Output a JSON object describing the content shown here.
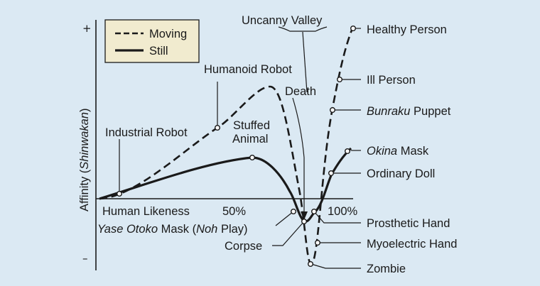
{
  "colors": {
    "background": "#dbe9f3",
    "legend_fill": "#f1ebcf",
    "ink": "#1a1a1a"
  },
  "axes": {
    "y_label": "Affinity (",
    "y_label_em": "Shinwakan",
    "y_label_end": ")",
    "y_plus": "+",
    "y_minus": "–",
    "x_label": "Human Likeness",
    "x_mid": "50%",
    "x_end": "100%"
  },
  "legend": {
    "moving": "Moving",
    "still": "Still"
  },
  "header": {
    "uncanny_valley": "Uncanny Valley"
  },
  "labels": {
    "healthy_person": "Healthy Person",
    "ill_person": "Ill Person",
    "bunraku_em": "Bunraku",
    "bunraku_rest": " Puppet",
    "okina_em": "Okina",
    "okina_rest": " Mask",
    "ordinary_doll": "Ordinary Doll",
    "humanoid_robot": "Humanoid Robot",
    "death": "Death",
    "stuffed_animal_1": "Stuffed",
    "stuffed_animal_2": "Animal",
    "industrial_robot": "Industrial Robot",
    "yase_em1": "Yase Otoko",
    "yase_mid": " Mask (",
    "yase_em2": "Noh",
    "yase_end": " Play)",
    "corpse": "Corpse",
    "prosthetic_hand": "Prosthetic Hand",
    "myoelectric_hand": "Myoelectric Hand",
    "zombie": "Zombie"
  }
}
